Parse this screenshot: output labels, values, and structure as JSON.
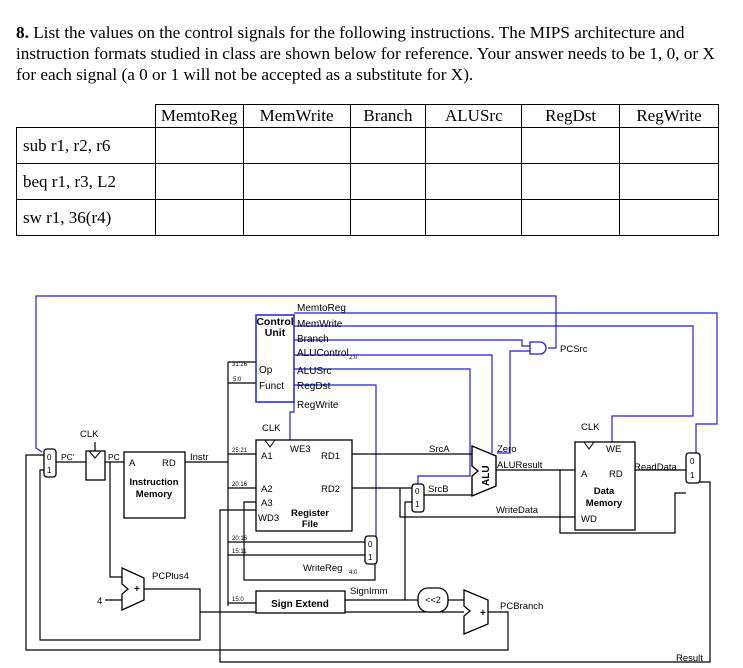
{
  "question": {
    "number": "8.",
    "text": "List the values on the control signals for the following instructions. The MIPS architecture and instruction formats studied in class are shown below for reference. Your answer needs to be 1, 0, or X for each signal (a 0 or 1 will not be accepted as a substitute for X)."
  },
  "table": {
    "headers": [
      "MemtoReg",
      "MemWrite",
      "Branch",
      "ALUSrc",
      "RegDst",
      "RegWrite"
    ],
    "rows": [
      {
        "instruction": "sub r1, r2, r6"
      },
      {
        "instruction": "beq r1, r3, L2"
      },
      {
        "instruction": "sw r1, 36(r4)"
      }
    ]
  },
  "diagram": {
    "control_unit": {
      "title1": "Control",
      "title2": "Unit",
      "op": "Op",
      "funct": "Funct"
    },
    "control_signals": [
      "MemtoReg",
      "MemWrite",
      "Branch",
      "ALUControl",
      "ALUSrc",
      "RegDst",
      "RegWrite"
    ],
    "alucontrol_sub": "2:0",
    "bit_fields": {
      "op": "31:26",
      "funct": "5:0",
      "rs": "25:21",
      "rt": "20:16",
      "rt2": "20:16",
      "rd": "15:11",
      "imm": "15:0"
    },
    "labels": {
      "clk": "CLK",
      "pc_prime": "PC'",
      "pc": "PC",
      "a": "A",
      "rd": "RD",
      "instr": "Instr",
      "instruction_memory_1": "Instruction",
      "instruction_memory_2": "Memory",
      "we3": "WE3",
      "a1": "A1",
      "a2": "A2",
      "a3": "A3",
      "wd3": "WD3",
      "rd1": "RD1",
      "rd2": "RD2",
      "register_file_1": "Register",
      "register_file_2": "File",
      "srca": "SrcA",
      "srcb": "SrcB",
      "alu": "ALU",
      "zero": "Zero",
      "aluresult": "ALUResult",
      "writedata": "WriteData",
      "writereg": "WriteReg",
      "writereg_sub": "4:0",
      "signimm": "SignImm",
      "sign_extend": "Sign Extend",
      "shift_left": "<<2",
      "pcplus4": "PCPlus4",
      "pcbranch": "PCBranch",
      "pcsrc": "PCSrc",
      "four": "4",
      "plus": "+",
      "we": "WE",
      "data_memory_1": "Data",
      "data_memory_2": "Memory",
      "wd": "WD",
      "readdata": "ReadData",
      "result": "Result",
      "zero_bit": "0",
      "one_bit": "1"
    }
  },
  "colors": {
    "control_signal": "#1f1fd6",
    "datapath": "#000000"
  }
}
